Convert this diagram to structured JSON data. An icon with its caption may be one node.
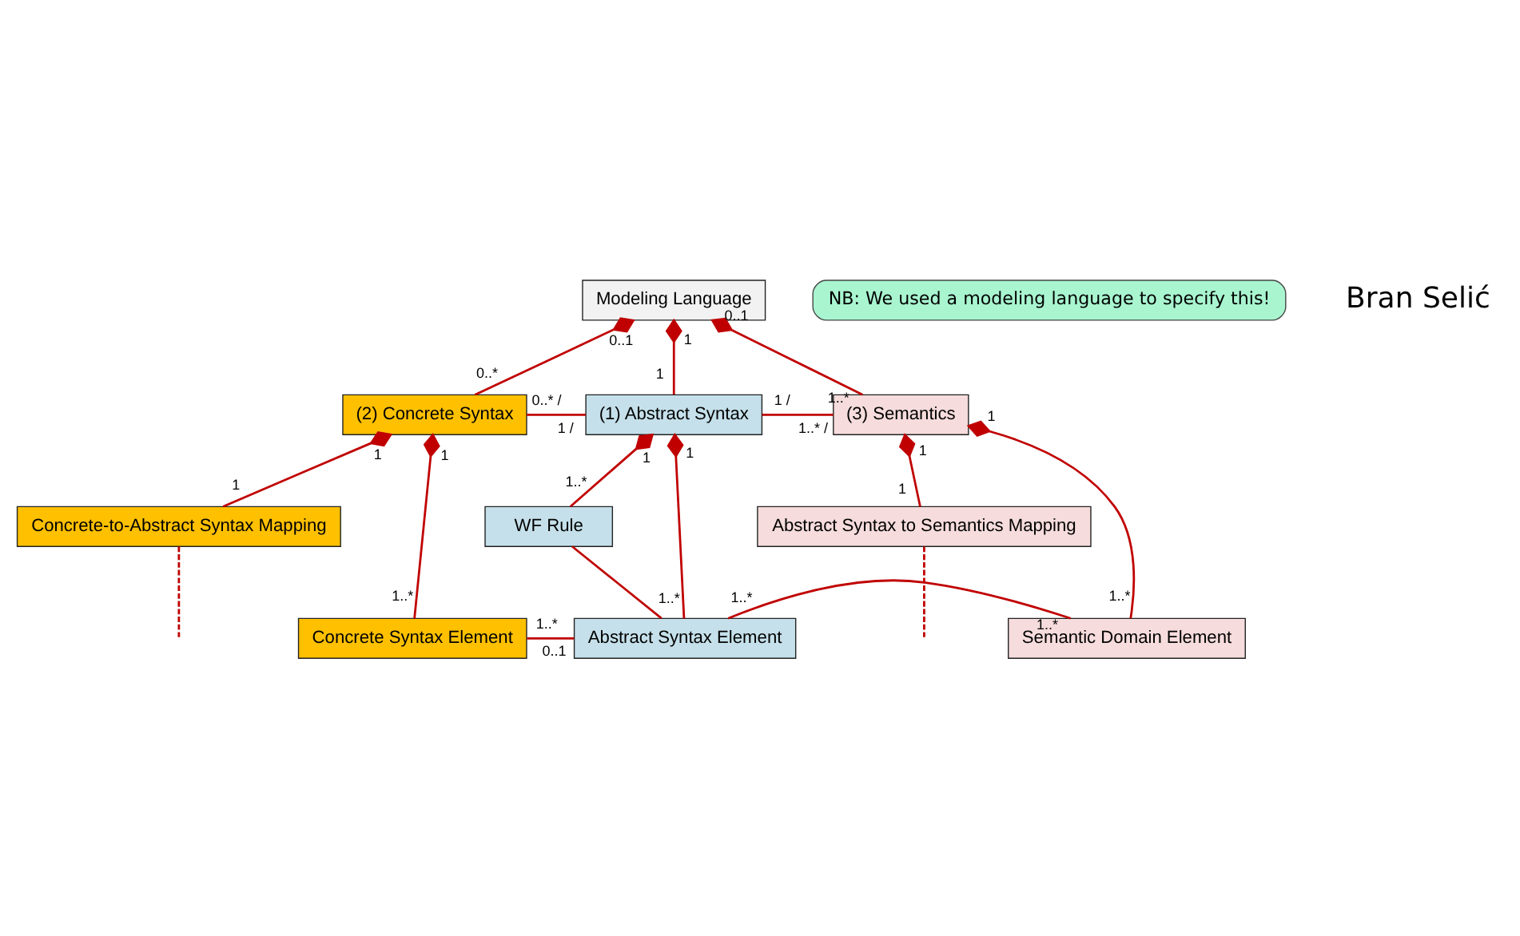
{
  "diagram": {
    "nodes": [
      {
        "text": [
          "Modeling Language"
        ]
      },
      {
        "text": [
          "(2) Concrete Syntax"
        ]
      },
      {
        "text": [
          "(1) Abstract Syntax"
        ]
      },
      {
        "text": [
          "(3) Semantics"
        ]
      },
      {
        "text": [
          "Concrete-to-Abstract Syntax Mapping"
        ]
      },
      {
        "text": [
          "Abstract Syntax to Semantics Mapping"
        ]
      },
      {
        "text": [
          "WF Rule"
        ]
      },
      {
        "text": [
          "Concrete Syntax Element"
        ]
      },
      {
        "text": [
          "Abstract Syntax Element"
        ]
      },
      {
        "text": [
          "Semantic Domain Element"
        ]
      },
      {
        "text": [
          "NB: We used a modeling language to specify this!"
        ]
      }
    ],
    "edges": [
      {
        "from": 0,
        "to": 1,
        "arrow": "other"
      },
      {
        "from": 0,
        "to": 2,
        "arrow": "other"
      },
      {
        "from": 0,
        "to": 3,
        "arrow": "other"
      },
      {
        "from": 1,
        "to": 2,
        "arrow": "none"
      },
      {
        "from": 2,
        "to": 3,
        "arrow": "none"
      },
      {
        "from": 1,
        "to": 7,
        "arrow": "other"
      },
      {
        "from": 1,
        "to": 4,
        "arrow": "other"
      },
      {
        "from": 2,
        "to": 8,
        "arrow": "other"
      },
      {
        "from": 2,
        "to": 6,
        "arrow": "other"
      },
      {
        "from": 3,
        "to": 5,
        "arrow": "other"
      },
      {
        "from": 3,
        "to": 9,
        "arrow": "other"
      },
      {
        "from": 7,
        "to": 8,
        "arrow": "none"
      },
      {
        "from": 8,
        "to": 9,
        "arrow": "none"
      },
      {
        "from": 6,
        "to": 8,
        "arrow": "none"
      },
      {
        "from": 4,
        "to": null,
        "arrow": "none",
        "style": "dashed"
      },
      {
        "from": 5,
        "to": null,
        "arrow": "none",
        "style": "dashed"
      }
    ],
    "labels": [
      "Bran Selić",
      "0..1",
      "0..*",
      "1",
      "1",
      "0..1",
      "1..*",
      "0..* /",
      "1 /",
      "1 /",
      "1..* /",
      "1",
      "1..*",
      "1",
      "1",
      "1",
      "1..*",
      "1",
      "1..*",
      "1",
      "1",
      "1",
      "1..*",
      "1..*",
      "0..1",
      "1..*",
      "1..*"
    ]
  }
}
